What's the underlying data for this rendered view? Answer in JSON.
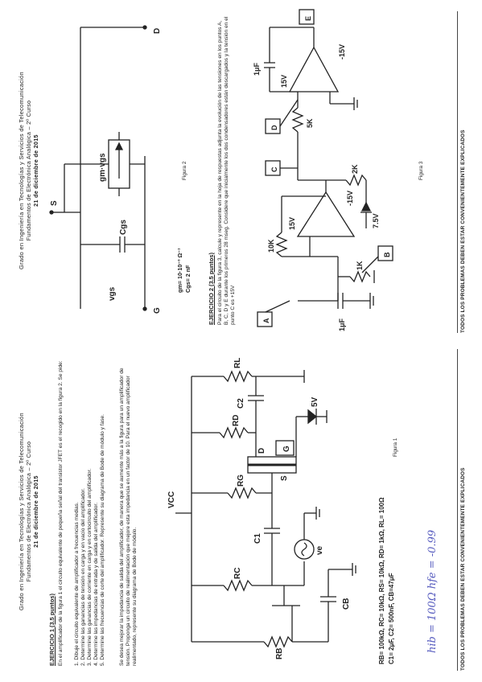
{
  "left_page": {
    "header": {
      "line1": "Grado en Ingeniería en Tecnologías y Servicios de Telecomunicación",
      "line2": "Fundamentos de Electrónica Analógica – 2º Curso",
      "line3": "21 de diciembre de 2015"
    },
    "exercise_title": "EJERCICIO 1 (3.5 puntos)",
    "intro": "En el amplificador de la figura 1 el circuito equivalente de pequeña señal del transistor JFET es el recogido en la figura 2. Se pide:",
    "tasks": [
      "1. Dibuje el circuito equivalente de amplificador a frecuencias medias.",
      "2. Determine las ganancias de tensión en carga y en vacío del amplificador.",
      "3. Determine las ganancias de corriente en carga y en cortocircuito del amplificador.",
      "4. Determine las impedancias de entrada y de salida del amplificador.",
      "5. Determine las frecuencias de corte del amplificador. Represente su diagrama de Bode de módulo y fase."
    ],
    "extra": "Se desea mejorar la impedancia de salida del amplificador, de manera que se aumente más a la figura para un amplificador de tensión. Proponga un circuito de realimentación que mejore esta impedancia en un factor de 10. Para el nuevo amplificador realimentado, represente su diagrama de Bode de módulo.",
    "values_line1": "RB= 100kΩ, RC= 10kΩ, RS= 10kΩ, RD= 1kΩ, RL= 100Ω",
    "values_line2": "C1= 2μF, C2= 500nF, CB=47μF",
    "figure_caption": "Figura 1",
    "handwriting": "hib = 100Ω   hfe = -0.99",
    "footer": "TODOS LOS PROBLEMAS DEBEN ESTAR CONVENIENTEMENTE EXPLICADOS",
    "circuit_labels": {
      "rb": "RB",
      "rc": "RC",
      "rg": "RG",
      "rd": "RD",
      "rl": "RL",
      "c1": "C1",
      "c2": "C2",
      "cb": "CB",
      "vcc": "VCC",
      "ve": "ve",
      "s": "S",
      "d": "D",
      "g": "G",
      "zener": "5V"
    }
  },
  "right_page": {
    "header": {
      "line1": "Grado en Ingeniería en Tecnologías y Servicios de Telecomunicación",
      "line2": "Fundamentos de Electrónica Analógica – 2º Curso",
      "line3": "21 de diciembre de 2015"
    },
    "fig2_caption": "Figura 2",
    "fig2_params": [
      "gm= 10·10⁻³ Ω⁻¹",
      "Cgs= 2 nF"
    ],
    "fig2_labels": {
      "g": "G",
      "d": "D",
      "s": "S",
      "cgs": "Cgs",
      "vgs": "vgs",
      "src": "gm·vgs"
    },
    "exercise_title": "EJERCICIO 2 (3.5 puntos)",
    "intro": "Para el circuito de la figura 3, calcule y represente en la hoja de respuestas adjunta la evolución de las tensiones en los puntos A, B, C, D y E durante los primeros 28 mseg. Considere que inicialmente los dos condensadores están descargados y la tensión en el punto C es +15V",
    "fig3_caption": "Figura 3",
    "fig3_labels": {
      "a": "A",
      "b": "B",
      "c": "C",
      "d": "D",
      "e": "E",
      "r10k": "10K",
      "r1k": "1K",
      "r2k": "2K",
      "r5k": "5K",
      "c1uf_a": "1μF",
      "c1uf_b": "1μF",
      "v15a": "15V",
      "vm15a": "-15V",
      "v15b": "15V",
      "vm15b": "-15V",
      "zener": "7.5V"
    },
    "footer": "TODOS LOS PROBLEMAS DEBEN ESTAR CONVENIENTEMENTE EXPLICADOS"
  }
}
